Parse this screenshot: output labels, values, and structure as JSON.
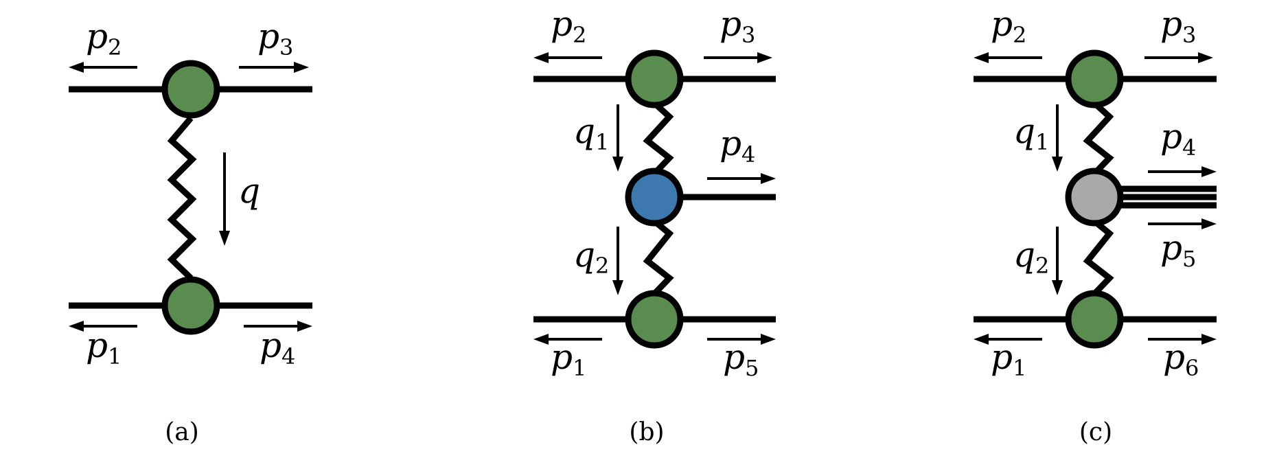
{
  "colors": {
    "green_vertex": "#5a8c4f",
    "blue_vertex": "#3d78ae",
    "gray_vertex": "#a8a9ab",
    "line": "#000000"
  },
  "diagrams": [
    {
      "caption": "(a)",
      "top_left": {
        "base": "p",
        "sub": "2"
      },
      "top_right": {
        "base": "p",
        "sub": "3"
      },
      "bottom_left": {
        "base": "p",
        "sub": "1"
      },
      "bottom_right": {
        "base": "p",
        "sub": "4"
      },
      "exchange": {
        "base": "q",
        "sub": ""
      }
    },
    {
      "caption": "(b)",
      "top_left": {
        "base": "p",
        "sub": "2"
      },
      "top_right": {
        "base": "p",
        "sub": "3"
      },
      "middle_right": {
        "base": "p",
        "sub": "4"
      },
      "bottom_left": {
        "base": "p",
        "sub": "1"
      },
      "bottom_right": {
        "base": "p",
        "sub": "5"
      },
      "upper_exchange": {
        "base": "q",
        "sub": "1"
      },
      "lower_exchange": {
        "base": "q",
        "sub": "2"
      }
    },
    {
      "caption": "(c)",
      "top_left": {
        "base": "p",
        "sub": "2"
      },
      "top_right": {
        "base": "p",
        "sub": "3"
      },
      "middle_right_upper": {
        "base": "p",
        "sub": "4"
      },
      "middle_right_lower": {
        "base": "p",
        "sub": "5"
      },
      "bottom_left": {
        "base": "p",
        "sub": "1"
      },
      "bottom_right": {
        "base": "p",
        "sub": "6"
      },
      "upper_exchange": {
        "base": "q",
        "sub": "1"
      },
      "lower_exchange": {
        "base": "q",
        "sub": "2"
      }
    }
  ]
}
